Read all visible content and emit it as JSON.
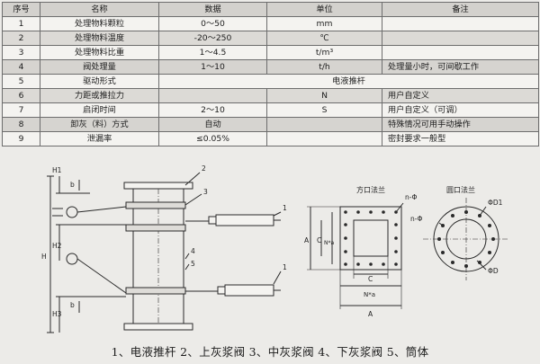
{
  "table": {
    "headers": [
      "序号",
      "名称",
      "数据",
      "单位",
      "备注"
    ],
    "rows": [
      {
        "no": "1",
        "name": "处理物料颗粒",
        "value": "0～50",
        "unit": "mm",
        "note": ""
      },
      {
        "no": "2",
        "name": "处理物料温度",
        "value": "-20～250",
        "unit": "℃",
        "note": ""
      },
      {
        "no": "3",
        "name": "处理物料比重",
        "value": "1～4.5",
        "unit": "t/m³",
        "note": ""
      },
      {
        "no": "4",
        "name": "阀处理量",
        "value": "1～10",
        "unit": "t/h",
        "note": "处理量小时，可间歇工作"
      },
      {
        "no": "5",
        "name": "驱动形式",
        "value": "电液推杆",
        "unit": "",
        "note": "",
        "merged": true
      },
      {
        "no": "6",
        "name": "力距或推拉力",
        "value": "",
        "unit": "N",
        "note": "用户自定义"
      },
      {
        "no": "7",
        "name": "启闭时间",
        "value": "2～10",
        "unit": "S",
        "note": "用户自定义（可调）"
      },
      {
        "no": "8",
        "name": "卸灰（料）方式",
        "value": "自动",
        "unit": "",
        "note": "特殊情况可用手动操作"
      },
      {
        "no": "9",
        "name": "泄漏率",
        "value": "≤0.05%",
        "unit": "",
        "note": "密封要求一般型"
      }
    ]
  },
  "drawing": {
    "dims": {
      "h1": "H1",
      "h2": "H2",
      "h3": "H3",
      "h": "H",
      "b_top": "b",
      "b_bottom": "b"
    },
    "part_numbers": [
      "1",
      "2",
      "3",
      "4",
      "5",
      "1"
    ],
    "square_flange": {
      "title": "方口法兰",
      "holes": "n-Φ",
      "a": "A",
      "c": "C",
      "na": "N*a"
    },
    "round_flange": {
      "title": "圆口法兰",
      "holes": "n-Φ",
      "d1": "ΦD1",
      "d": "ΦD"
    }
  },
  "caption": "1、电液推杆   2、上灰浆阀   3、中灰浆阀   4、下灰浆阀   5、筒体"
}
